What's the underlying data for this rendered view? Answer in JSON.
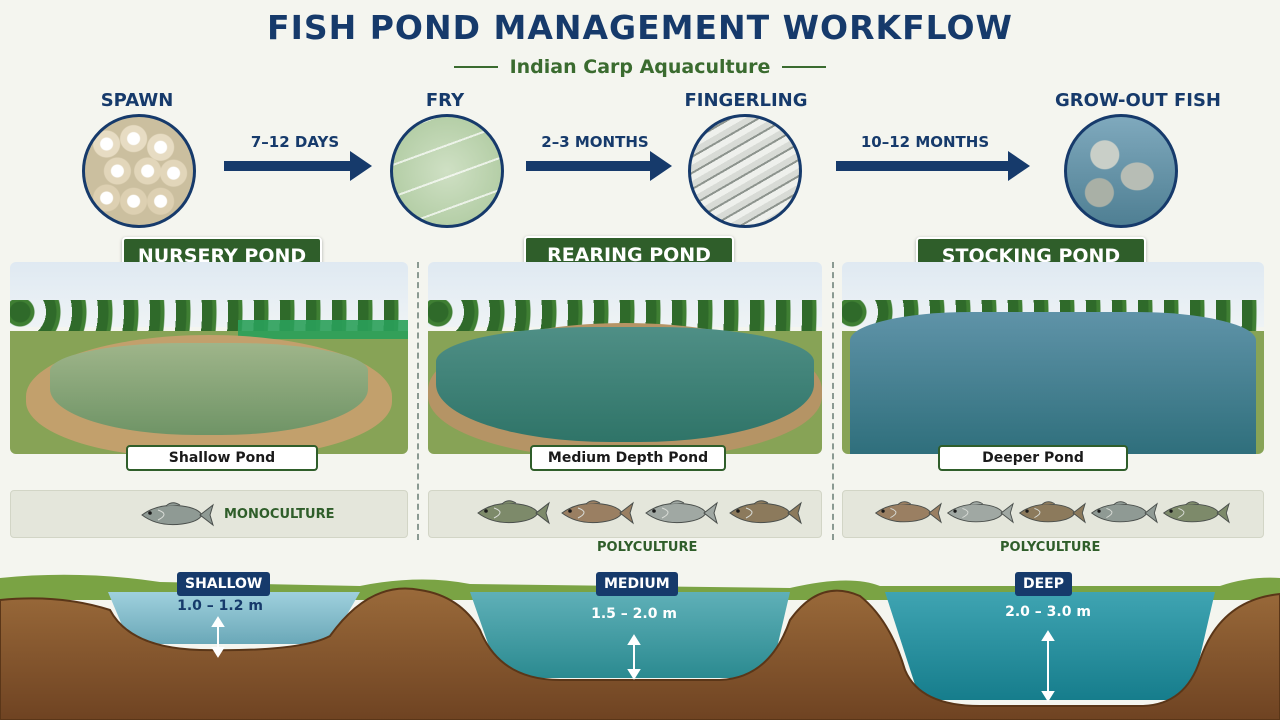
{
  "title": "FISH POND MANAGEMENT WORKFLOW",
  "subtitle": "Indian Carp Aquaculture",
  "stages": [
    {
      "label": "SPAWN",
      "icon": "fish-eggs-icon"
    },
    {
      "label": "FRY",
      "icon": "fry-icon"
    },
    {
      "label": "FINGERLING",
      "icon": "fingerling-icon"
    },
    {
      "label": "GROW-OUT FISH",
      "icon": "grow-out-fish-icon"
    }
  ],
  "durations": [
    "7–12 DAYS",
    "2–3 MONTHS",
    "10–12 MONTHS"
  ],
  "ponds": [
    {
      "name": "NURSERY POND",
      "type": "Shallow Pond",
      "culture": "MONOCULTURE",
      "fish_count": 1
    },
    {
      "name": "REARING POND",
      "type": "Medium Depth Pond",
      "culture": "POLYCULTURE",
      "fish_count": 4
    },
    {
      "name": "STOCKING POND",
      "type": "Deeper Pond",
      "culture": "POLYCULTURE",
      "fish_count": 5
    }
  ],
  "depths": [
    {
      "label": "SHALLOW",
      "value": "1.0 – 1.2 m"
    },
    {
      "label": "MEDIUM",
      "value": "1.5 – 2.0 m"
    },
    {
      "label": "DEEP",
      "value": "2.0 – 3.0 m"
    }
  ],
  "colors": {
    "navy": "#163a6b",
    "green": "#2f5e2a",
    "soil": "#8a5a2f",
    "water_shallow": "#7db7c9",
    "water_medium": "#3f9aa0",
    "water_deep": "#1f8a99"
  }
}
